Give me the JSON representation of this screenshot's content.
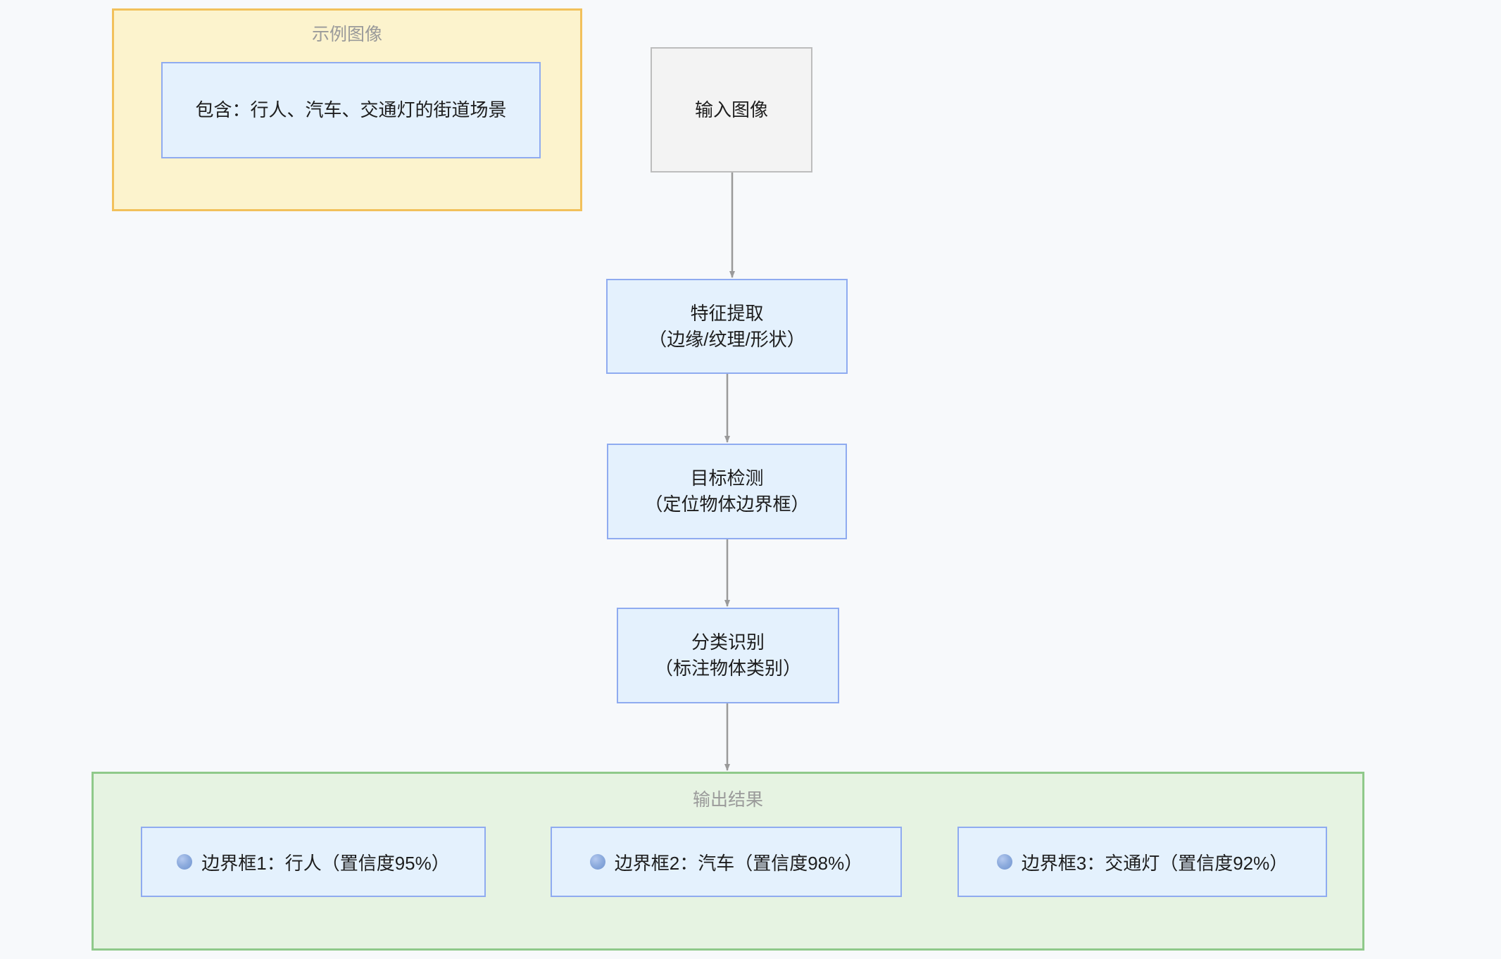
{
  "diagram": {
    "background_color": "#f7f9fb",
    "groups": [
      {
        "id": "sample-image-group",
        "title": "示例图像",
        "fill": "#fcf3cd",
        "stroke": "#f2c15b"
      },
      {
        "id": "output-group",
        "title": "输出结果",
        "fill": "#e6f3e2",
        "stroke": "#8fc98a"
      }
    ],
    "nodes": {
      "sample_desc": "包含：行人、汽车、交通灯的街道场景",
      "input_image": "输入图像",
      "feature_extraction": "特征提取\n（边缘/纹理/形状）",
      "object_detection": "目标检测\n（定位物体边界框）",
      "classification": "分类识别\n（标注物体类别）"
    },
    "results": [
      {
        "icon": "blue-circle-icon",
        "label": "边界框1：行人（置信度95%）"
      },
      {
        "icon": "blue-circle-icon",
        "label": "边界框2：汽车（置信度98%）"
      },
      {
        "icon": "blue-circle-icon",
        "label": "边界框3：交通灯（置信度92%）"
      }
    ],
    "colors": {
      "node_fill": "#e4f1fd",
      "node_stroke": "#8fabf0",
      "input_fill": "#f3f3f3",
      "input_stroke": "#bdbdbd",
      "edge": "#999999",
      "title_text": "#9a9a9a",
      "node_text": "#1d1d1d"
    },
    "edges": [
      {
        "from": "input_image",
        "to": "feature_extraction"
      },
      {
        "from": "feature_extraction",
        "to": "object_detection"
      },
      {
        "from": "object_detection",
        "to": "classification"
      },
      {
        "from": "classification",
        "to": "output-group"
      }
    ]
  }
}
